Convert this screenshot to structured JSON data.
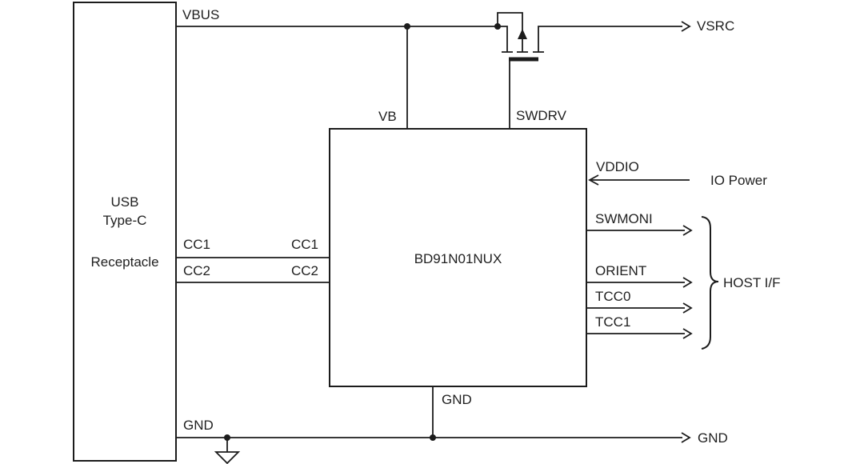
{
  "diagram": {
    "title_semantic": "USB Type-C port controller application block diagram",
    "colors": {
      "line": "#1c1c1c",
      "text": "#1f1f1f",
      "background": "#ffffff"
    },
    "receptacle": {
      "title": {
        "line1": "USB",
        "line2": "Type-C",
        "line3": "Receptacle"
      },
      "pins": {
        "vbus": "VBUS",
        "cc1": "CC1",
        "cc2": "CC2",
        "gnd": "GND"
      }
    },
    "chip": {
      "name": "BD91N01NUX",
      "pins": {
        "vb": "VB",
        "swdrv": "SWDRV",
        "vddio": "VDDIO",
        "swmoni": "SWMONI",
        "orient": "ORIENT",
        "tcc0": "TCC0",
        "tcc1": "TCC1",
        "cc1": "CC1",
        "cc2": "CC2",
        "gnd": "GND"
      }
    },
    "external": {
      "vsrc": "VSRC",
      "io_power": "IO Power",
      "host_if": "HOST I/F",
      "gnd": "GND"
    },
    "symbols": {
      "mosfet": "pmos-load-switch",
      "ground": "open-triangle-ground"
    }
  }
}
